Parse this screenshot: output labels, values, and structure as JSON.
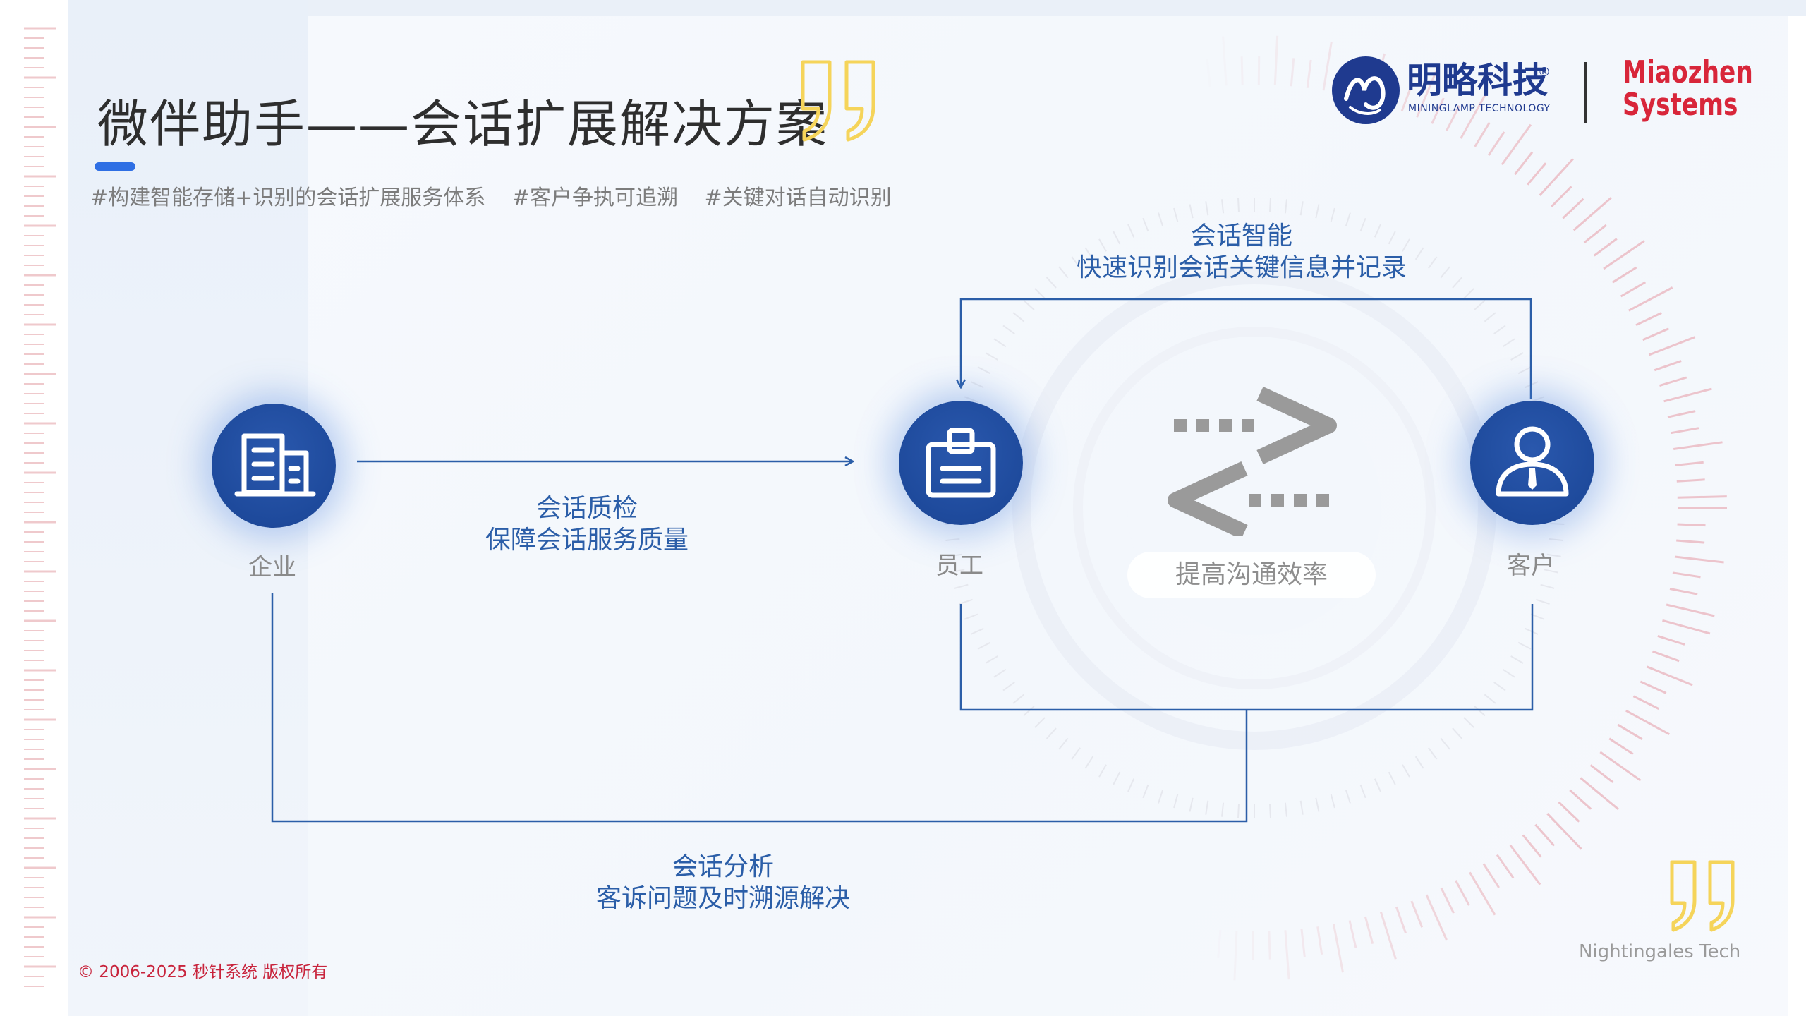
{
  "header": {
    "title": "微伴助手——会话扩展解决方案",
    "tags": [
      "#构建智能存储+识别的会话扩展服务体系",
      "#客户争执可追溯",
      "#关键对话自动识别"
    ]
  },
  "logos": {
    "mininglamp_cn": "明略科技",
    "mininglamp_reg": "®",
    "mininglamp_en": "MININGLAMP TECHNOLOGY",
    "miaozhen_line1": "Miaozhen",
    "miaozhen_line2": "Systems"
  },
  "nodes": {
    "enterprise": {
      "label": "企业",
      "icon": "building-icon"
    },
    "employee": {
      "label": "员工",
      "icon": "badge-icon"
    },
    "customer": {
      "label": "客户",
      "icon": "person-tie-icon"
    }
  },
  "flows": {
    "quality": {
      "line1": "会话质检",
      "line2": "保障会话服务质量"
    },
    "intelligence": {
      "line1": "会话智能",
      "line2": "快速识别会话关键信息并记录"
    },
    "analysis": {
      "line1": "会话分析",
      "line2": "客诉问题及时溯源解决"
    },
    "efficiency": "提高沟通效率"
  },
  "footer": {
    "copyright": "© 2006-2025 秒针系统 版权所有",
    "brand": "Nightingales Tech"
  },
  "colors": {
    "primary_blue": "#1e4a9c",
    "line_blue": "#2b5ea8",
    "accent_yellow": "#f5d45a",
    "brand_red": "#d8263a",
    "arrow_gray": "#9a9a9a"
  }
}
